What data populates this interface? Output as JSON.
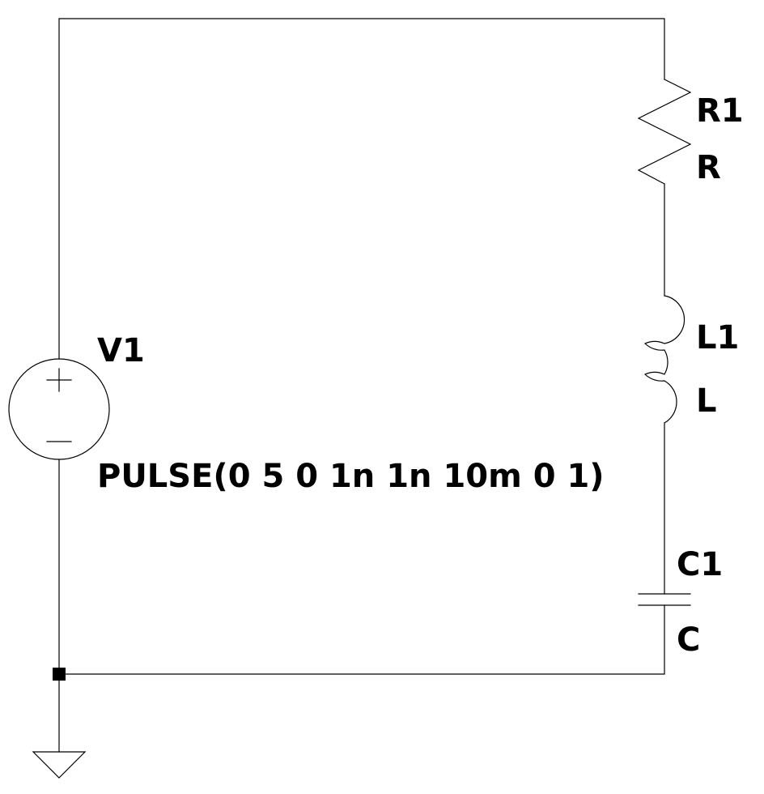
{
  "schematic": {
    "components": {
      "source": {
        "ref": "V1",
        "value": "PULSE(0 5 0 1n 1n 10m 0 1)",
        "icon": "voltage-source-icon"
      },
      "resistor": {
        "ref": "R1",
        "value": "R",
        "icon": "resistor-icon"
      },
      "inductor": {
        "ref": "L1",
        "value": "L",
        "icon": "inductor-icon"
      },
      "capacitor": {
        "ref": "C1",
        "value": "C",
        "icon": "capacitor-icon"
      }
    },
    "ground": {
      "icon": "ground-icon"
    },
    "colors": {
      "background": "#ffffff",
      "line": "#000000"
    }
  }
}
